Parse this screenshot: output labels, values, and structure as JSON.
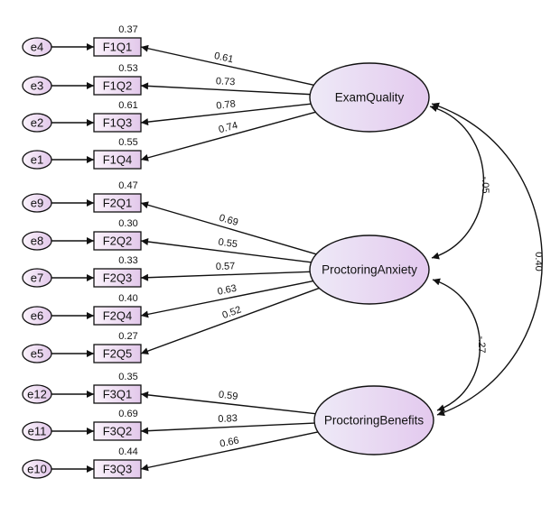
{
  "colors": {
    "stroke": "#111111",
    "node_light": "#fbf3fc",
    "node_dark": "#e2c8ea",
    "latent_light": "#eeeaf7",
    "latent_dark": "#e3c9ee"
  },
  "latents": [
    {
      "id": "exam",
      "name": "ExamQuality"
    },
    {
      "id": "anx",
      "name": "ProctoringAnxiety"
    },
    {
      "id": "ben",
      "name": "ProctoringBenefits"
    }
  ],
  "indicators": [
    {
      "name": "F1Q1",
      "error": "e4",
      "r2": "0.37",
      "loading": "0.61",
      "factor": "exam"
    },
    {
      "name": "F1Q2",
      "error": "e3",
      "r2": "0.53",
      "loading": "0.73",
      "factor": "exam"
    },
    {
      "name": "F1Q3",
      "error": "e2",
      "r2": "0.61",
      "loading": "0.78",
      "factor": "exam"
    },
    {
      "name": "F1Q4",
      "error": "e1",
      "r2": "0.55",
      "loading": "0.74",
      "factor": "exam"
    },
    {
      "name": "F2Q1",
      "error": "e9",
      "r2": "0.47",
      "loading": "0.69",
      "factor": "anx"
    },
    {
      "name": "F2Q2",
      "error": "e8",
      "r2": "0.30",
      "loading": "0.55",
      "factor": "anx"
    },
    {
      "name": "F2Q3",
      "error": "e7",
      "r2": "0.33",
      "loading": "0.57",
      "factor": "anx"
    },
    {
      "name": "F2Q4",
      "error": "e6",
      "r2": "0.40",
      "loading": "0.63",
      "factor": "anx"
    },
    {
      "name": "F2Q5",
      "error": "e5",
      "r2": "0.27",
      "loading": "0.52",
      "factor": "anx"
    },
    {
      "name": "F3Q1",
      "error": "e12",
      "r2": "0.35",
      "loading": "0.59",
      "factor": "ben"
    },
    {
      "name": "F3Q2",
      "error": "e11",
      "r2": "0.69",
      "loading": "0.83",
      "factor": "ben"
    },
    {
      "name": "F3Q3",
      "error": "e10",
      "r2": "0.44",
      "loading": "0.66",
      "factor": "ben"
    }
  ],
  "covariances": [
    {
      "from": "exam",
      "to": "anx",
      "value": "-.05"
    },
    {
      "from": "anx",
      "to": "ben",
      "value": "-.27"
    },
    {
      "from": "exam",
      "to": "ben",
      "value": "0.40"
    }
  ]
}
